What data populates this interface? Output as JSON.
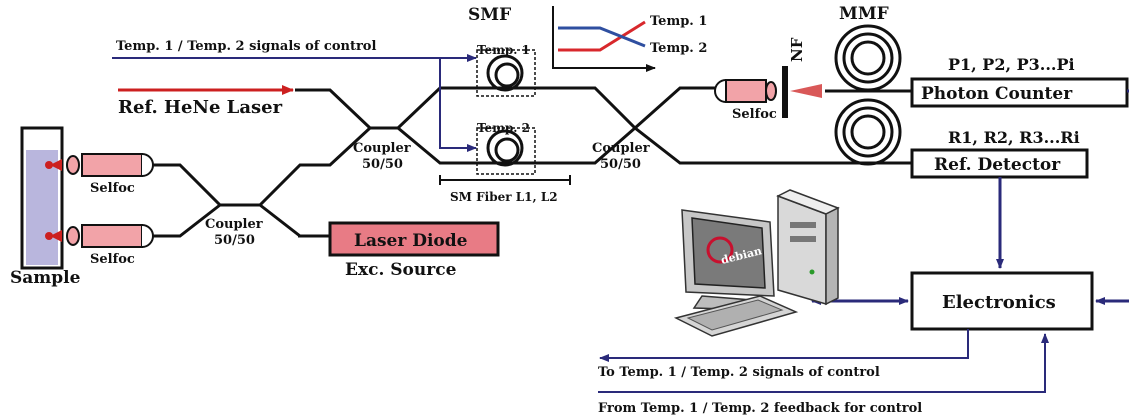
{
  "labels": {
    "smf": "SMF",
    "mmf": "MMF",
    "nf": "NF",
    "temp_control_in": "Temp. 1 / Temp. 2 signals of control",
    "ref_laser": "Ref. HeNe Laser",
    "temp1": "Temp. 1",
    "temp2": "Temp. 2",
    "inset_temp1": "Temp. 1",
    "inset_temp2": "Temp. 2",
    "coupler_left": "Coupler",
    "coupler_left_ratio": "50/50",
    "coupler_mid": "Coupler",
    "coupler_mid_ratio": "50/50",
    "coupler_right": "Coupler",
    "coupler_right_ratio": "50/50",
    "sm_fiber": "SM Fiber L1, L2",
    "selfoc_top": "Selfoc",
    "selfoc_bottom": "Selfoc",
    "selfoc_right": "Selfoc",
    "sample": "Sample",
    "laser_diode": "Laser Diode",
    "exc_source": "Exc.  Source",
    "p_series": "P1, P2, P3...Pi",
    "photon_counter": "Photon Counter",
    "r_series": "R1, R2, R3...Ri",
    "ref_detector": "Ref. Detector",
    "electronics": "Electronics",
    "to_temp": "To Temp. 1 / Temp. 2 signals of control",
    "from_temp": "From Temp. 1 / Temp. 2 feedback for control",
    "debian": "debian"
  },
  "colors": {
    "fiber": "#111111",
    "laser_red": "#cc2020",
    "signal_blue": "#2a2a7a",
    "selfoc_fill": "#f2a3a8",
    "laser_diode_fill": "#e87b85",
    "sample_fill": "#b9b6dd",
    "inset_red": "#d8282c",
    "inset_blue": "#2f4fa0"
  }
}
